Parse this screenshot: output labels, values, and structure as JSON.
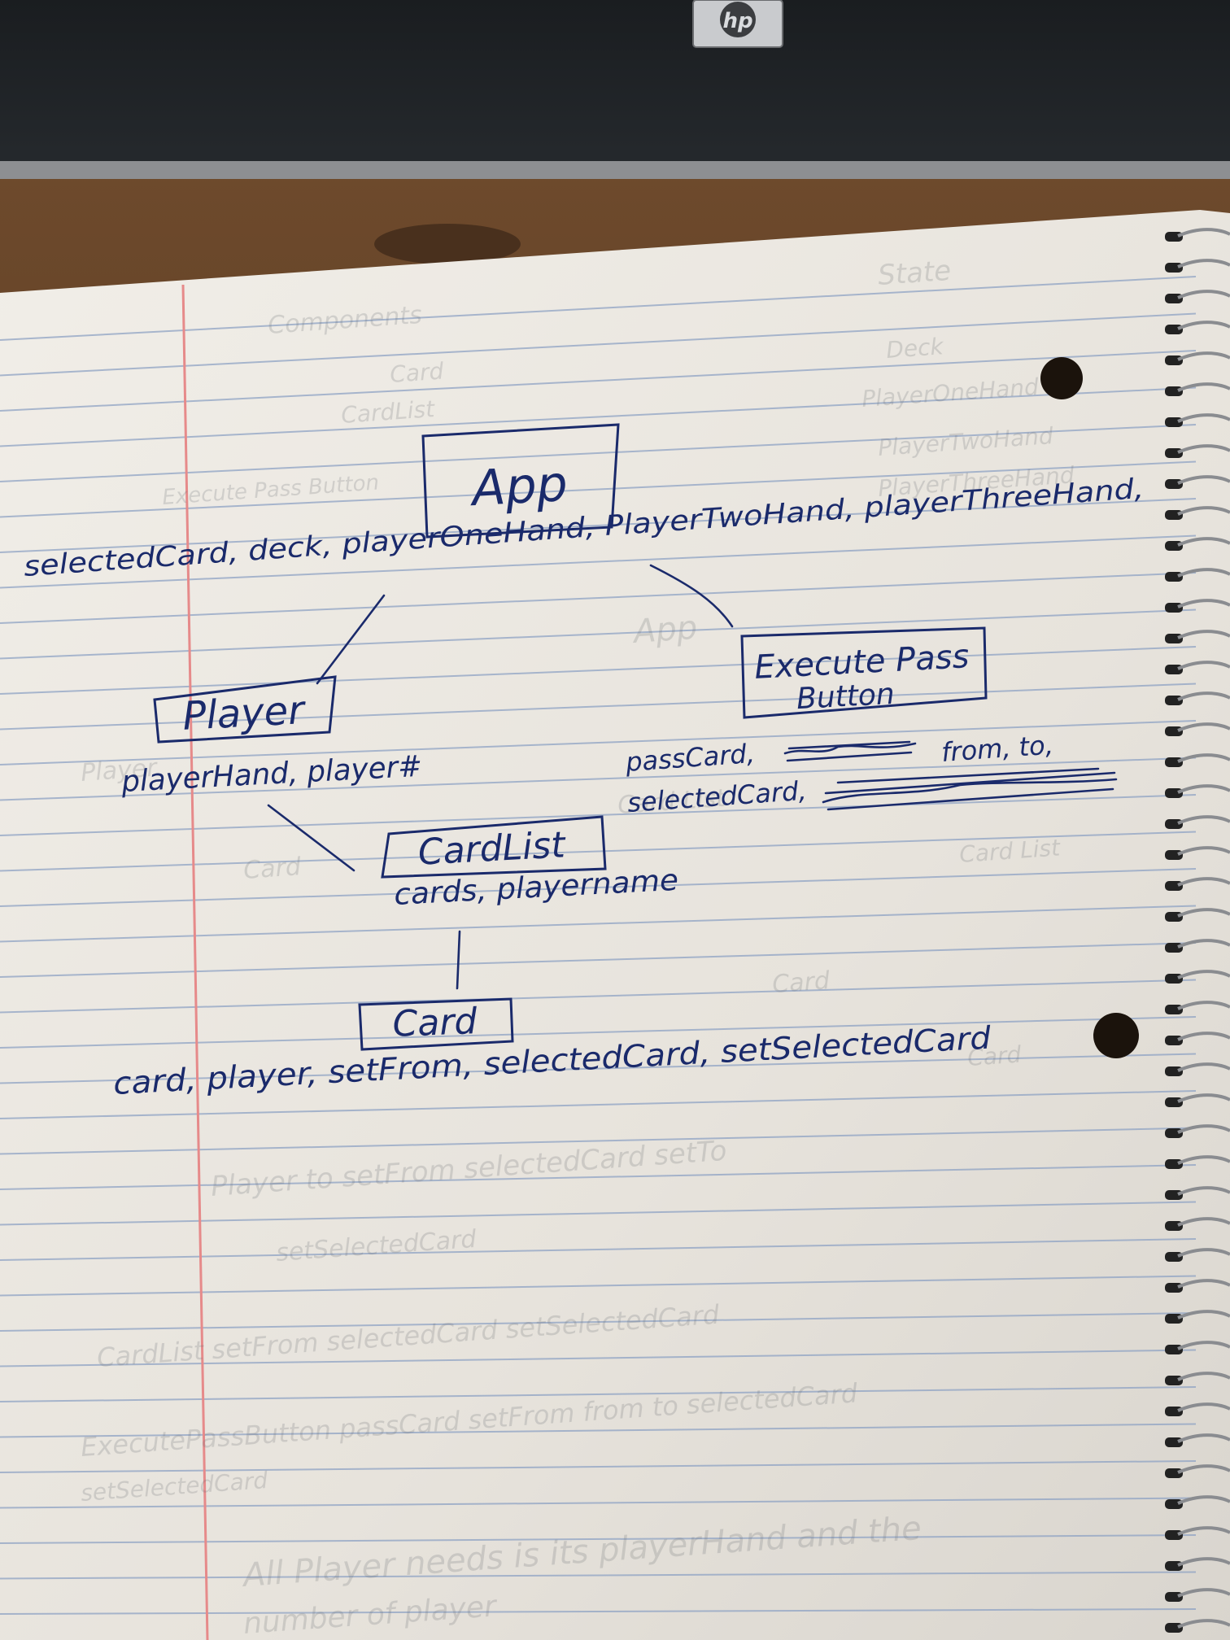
{
  "monitor": {
    "logo_text": "hp"
  },
  "diagram": {
    "app": {
      "label": "App",
      "props": "selectedCard, deck, playerOneHand, PlayerTwoHand, playerThreeHand,"
    },
    "player": {
      "label": "Player",
      "props": "playerHand, player#"
    },
    "execute_pass_button": {
      "label_line1": "Execute Pass",
      "label_line2": "Button",
      "props_line1": "passCard,",
      "props_line1_rest": "from, to,",
      "props_line2": "selectedCard,"
    },
    "card_list": {
      "label": "CardList",
      "props": "cards, playername"
    },
    "card": {
      "label": "Card",
      "props": "card, player, setFrom, selectedCard, setSelectedCard"
    }
  },
  "bleed_through": {
    "lines": [
      "State",
      "Components",
      "Deck",
      "Card",
      "CardList",
      "PlayerOneHand",
      "PlayerTwoHand",
      "PlayerThreeHand",
      "Execute Pass Button",
      "Player",
      "App",
      "Card List",
      "Card",
      "Card List",
      "Card",
      "Card",
      "Player to setFrom selectedCard setTo",
      "setSelectedCard",
      "CardList setFrom selectedCard setSelectedCard",
      "ExecutePassButton passCard setFrom from to selectedCard",
      "setSelectedCard",
      "All Player needs is its playerHand and the",
      "number of player"
    ]
  }
}
